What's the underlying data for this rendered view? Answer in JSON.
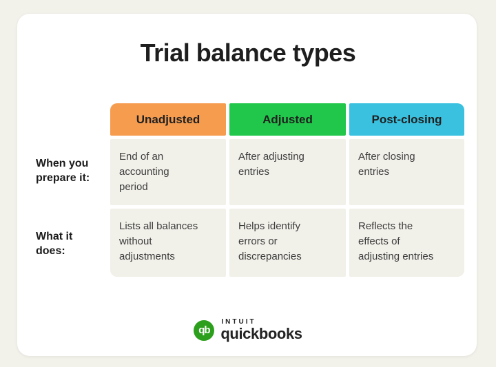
{
  "page": {
    "outer_background": "#f2f1ea",
    "card_background": "#ffffff"
  },
  "title": "Trial balance types",
  "table": {
    "columns": [
      {
        "label": "Unadjusted",
        "color": "#f59c4f"
      },
      {
        "label": "Adjusted",
        "color": "#21c74b"
      },
      {
        "label": "Post-closing",
        "color": "#39c1df"
      }
    ],
    "rows": [
      {
        "label": "When you\nprepare it:",
        "cells": [
          "End of an\naccounting\nperiod",
          "After adjusting\nentries",
          "After closing\nentries"
        ]
      },
      {
        "label": "What it\ndoes:",
        "cells": [
          "Lists all balances\nwithout\nadjustments",
          "Helps identify\nerrors or\ndiscrepancies",
          "Reflects the\neffects of\nadjusting entries"
        ]
      }
    ],
    "cell_background": "#f1f0e9"
  },
  "footer": {
    "monogram": "qb",
    "logo_color": "#2ca01c",
    "brand_top": "INTUIT",
    "brand_bottom": "quickbooks"
  }
}
